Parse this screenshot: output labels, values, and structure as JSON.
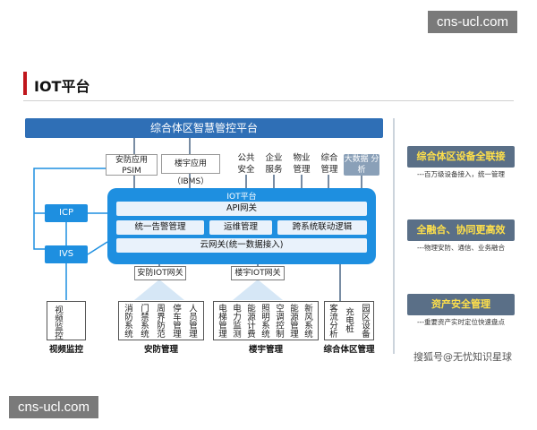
{
  "watermarks": [
    "cns-ucl.com",
    "cns-ucl.com"
  ],
  "title": "IOT平台",
  "top_platform": "综合体区智慧管控平台",
  "apps": {
    "psim": "安防应用 PSIM",
    "ibms": "楼宇应用（IBMS）",
    "public_safety": "公共 安全",
    "enterprise": "企业 服务",
    "property": "物业 管理",
    "comprehensive": "综合 管理",
    "bigdata": "大数据 分析"
  },
  "iot": {
    "label": "IOT平台",
    "api": "API网关",
    "alarm": "统一告警管理",
    "ops": "运维管理",
    "linkage": "跨系统联动逻辑",
    "cloud_gw": "云网关(统一数据接入)"
  },
  "side": {
    "icp": "ICP",
    "ivs": "IVS"
  },
  "gateways": {
    "security_gw": "安防IOT网关",
    "building_gw": "楼宇IOT网关"
  },
  "systems": {
    "video": {
      "items": [
        "视频监控"
      ],
      "label": "视频监控"
    },
    "security": {
      "items": [
        "消防系统",
        "门禁系统",
        "周界防范",
        "停车管理",
        "人员管理"
      ],
      "label": "安防管理"
    },
    "building": {
      "items": [
        "电梯管理",
        "电力监测",
        "能源计费",
        "照明系统",
        "空调控制",
        "能源管理",
        "新风系统"
      ],
      "label": "楼宇管理"
    },
    "complex": {
      "items": [
        "客流分析",
        "充电桩",
        "园区设备"
      ],
      "label": "综合体区管理"
    }
  },
  "features": [
    {
      "title": "综合体区设备全联接",
      "desc": "---百万级设备接入，统一管理"
    },
    {
      "title": "全融合、协同更高效",
      "desc": "---物理安防、通信、业务融合"
    },
    {
      "title": "资产安全管理",
      "desc": "---重要资产实时定位快速盘点"
    }
  ],
  "source": "搜狐号@无忧知识星球"
}
